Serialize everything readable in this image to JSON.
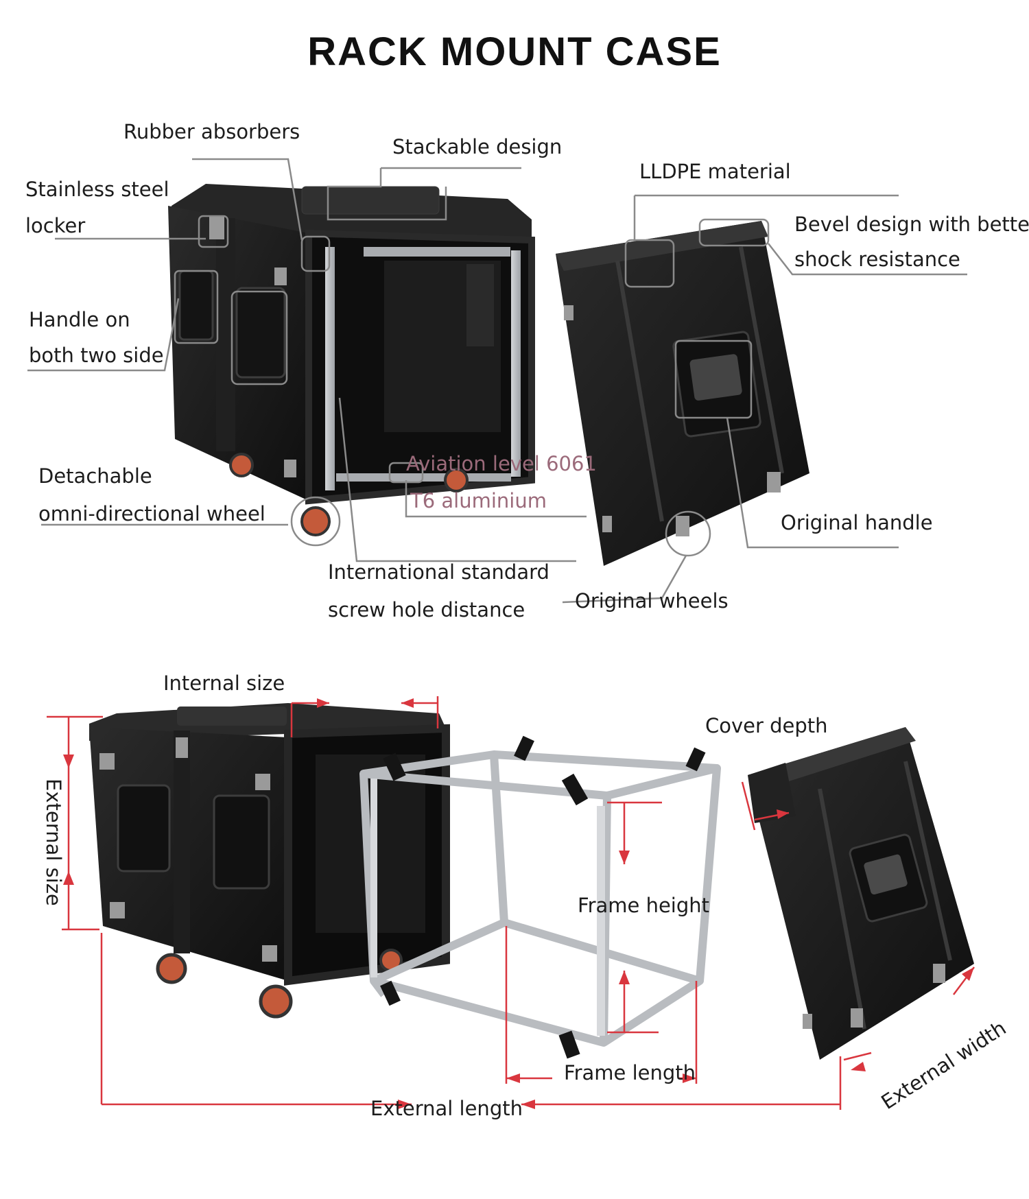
{
  "title": "RACK MOUNT CASE",
  "features": {
    "rubber_absorbers": "Rubber absorbers",
    "stackable_design": "Stackable design",
    "stainless_steel_locker_1": "Stainless steel",
    "stainless_steel_locker_2": "locker",
    "lldpe_material": "LLDPE material",
    "bevel_design_1": "Bevel design with better",
    "bevel_design_2": "shock resistance",
    "handle_both_sides_1": "Handle on",
    "handle_both_sides_2": "both two side",
    "detachable_wheel_1": "Detachable",
    "detachable_wheel_2": "omni-directional wheel",
    "aluminium_1": "Aviation level  6061",
    "aluminium_2": "T6 aluminium",
    "original_handle": "Original handle",
    "screw_hole_1": "International standard",
    "screw_hole_2": "screw hole distance",
    "original_wheels": "Original wheels"
  },
  "dimensions": {
    "internal_size": "Internal size",
    "cover_depth": "Cover depth",
    "external_size": "External size",
    "frame_height": "Frame height",
    "frame_length": "Frame length",
    "external_length": "External length",
    "external_width": "External width"
  },
  "colors": {
    "case_body": "#1b1b1b",
    "frame": "#b9bcc0",
    "wheel": "#c45a3a",
    "dimension_line": "#d9363e",
    "leader_line": "#8a8a8a"
  }
}
